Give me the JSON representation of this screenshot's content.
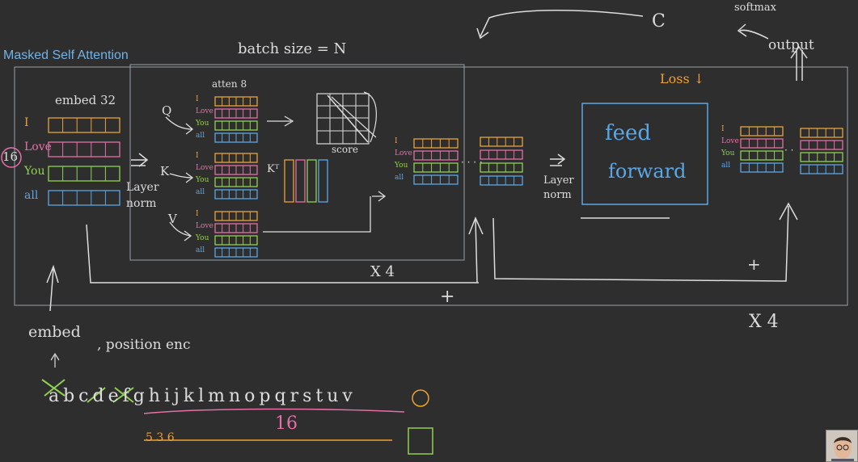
{
  "title": "Masked Self Attention",
  "colors": {
    "background": "#2e2e2f",
    "I": "#e8a33a",
    "Love": "#e76fa6",
    "You": "#8fd14f",
    "all": "#5aa7e6",
    "box": "#9aa0a6",
    "accent": "#f0a030",
    "text": "#dddddd"
  },
  "labels": {
    "batch": "batch size = N",
    "softmax": "softmax",
    "c": "C",
    "output": "output",
    "loss": "Loss ↓",
    "embed32": "embed 32",
    "attn8": "atten 8",
    "score": "score",
    "kt": "Kᵀ",
    "q": "Q",
    "k": "K",
    "v": "V",
    "layernorm1": "Layer norm",
    "layernorm2": "Layer norm",
    "feed": "feed",
    "forward": "forward",
    "x4a": "X 4",
    "x4b": "X 4",
    "plus1": "+",
    "plus2": "+",
    "embed": "embed",
    "posenc": ", position enc",
    "alphabet": "a b c d e f g h i j k l m n o p q r s t u v",
    "sixteen": "16",
    "sixteen_circle": "16",
    "bottom_nums": "5  3  6",
    "tokens": [
      "I",
      "Love",
      "You",
      "all"
    ]
  }
}
